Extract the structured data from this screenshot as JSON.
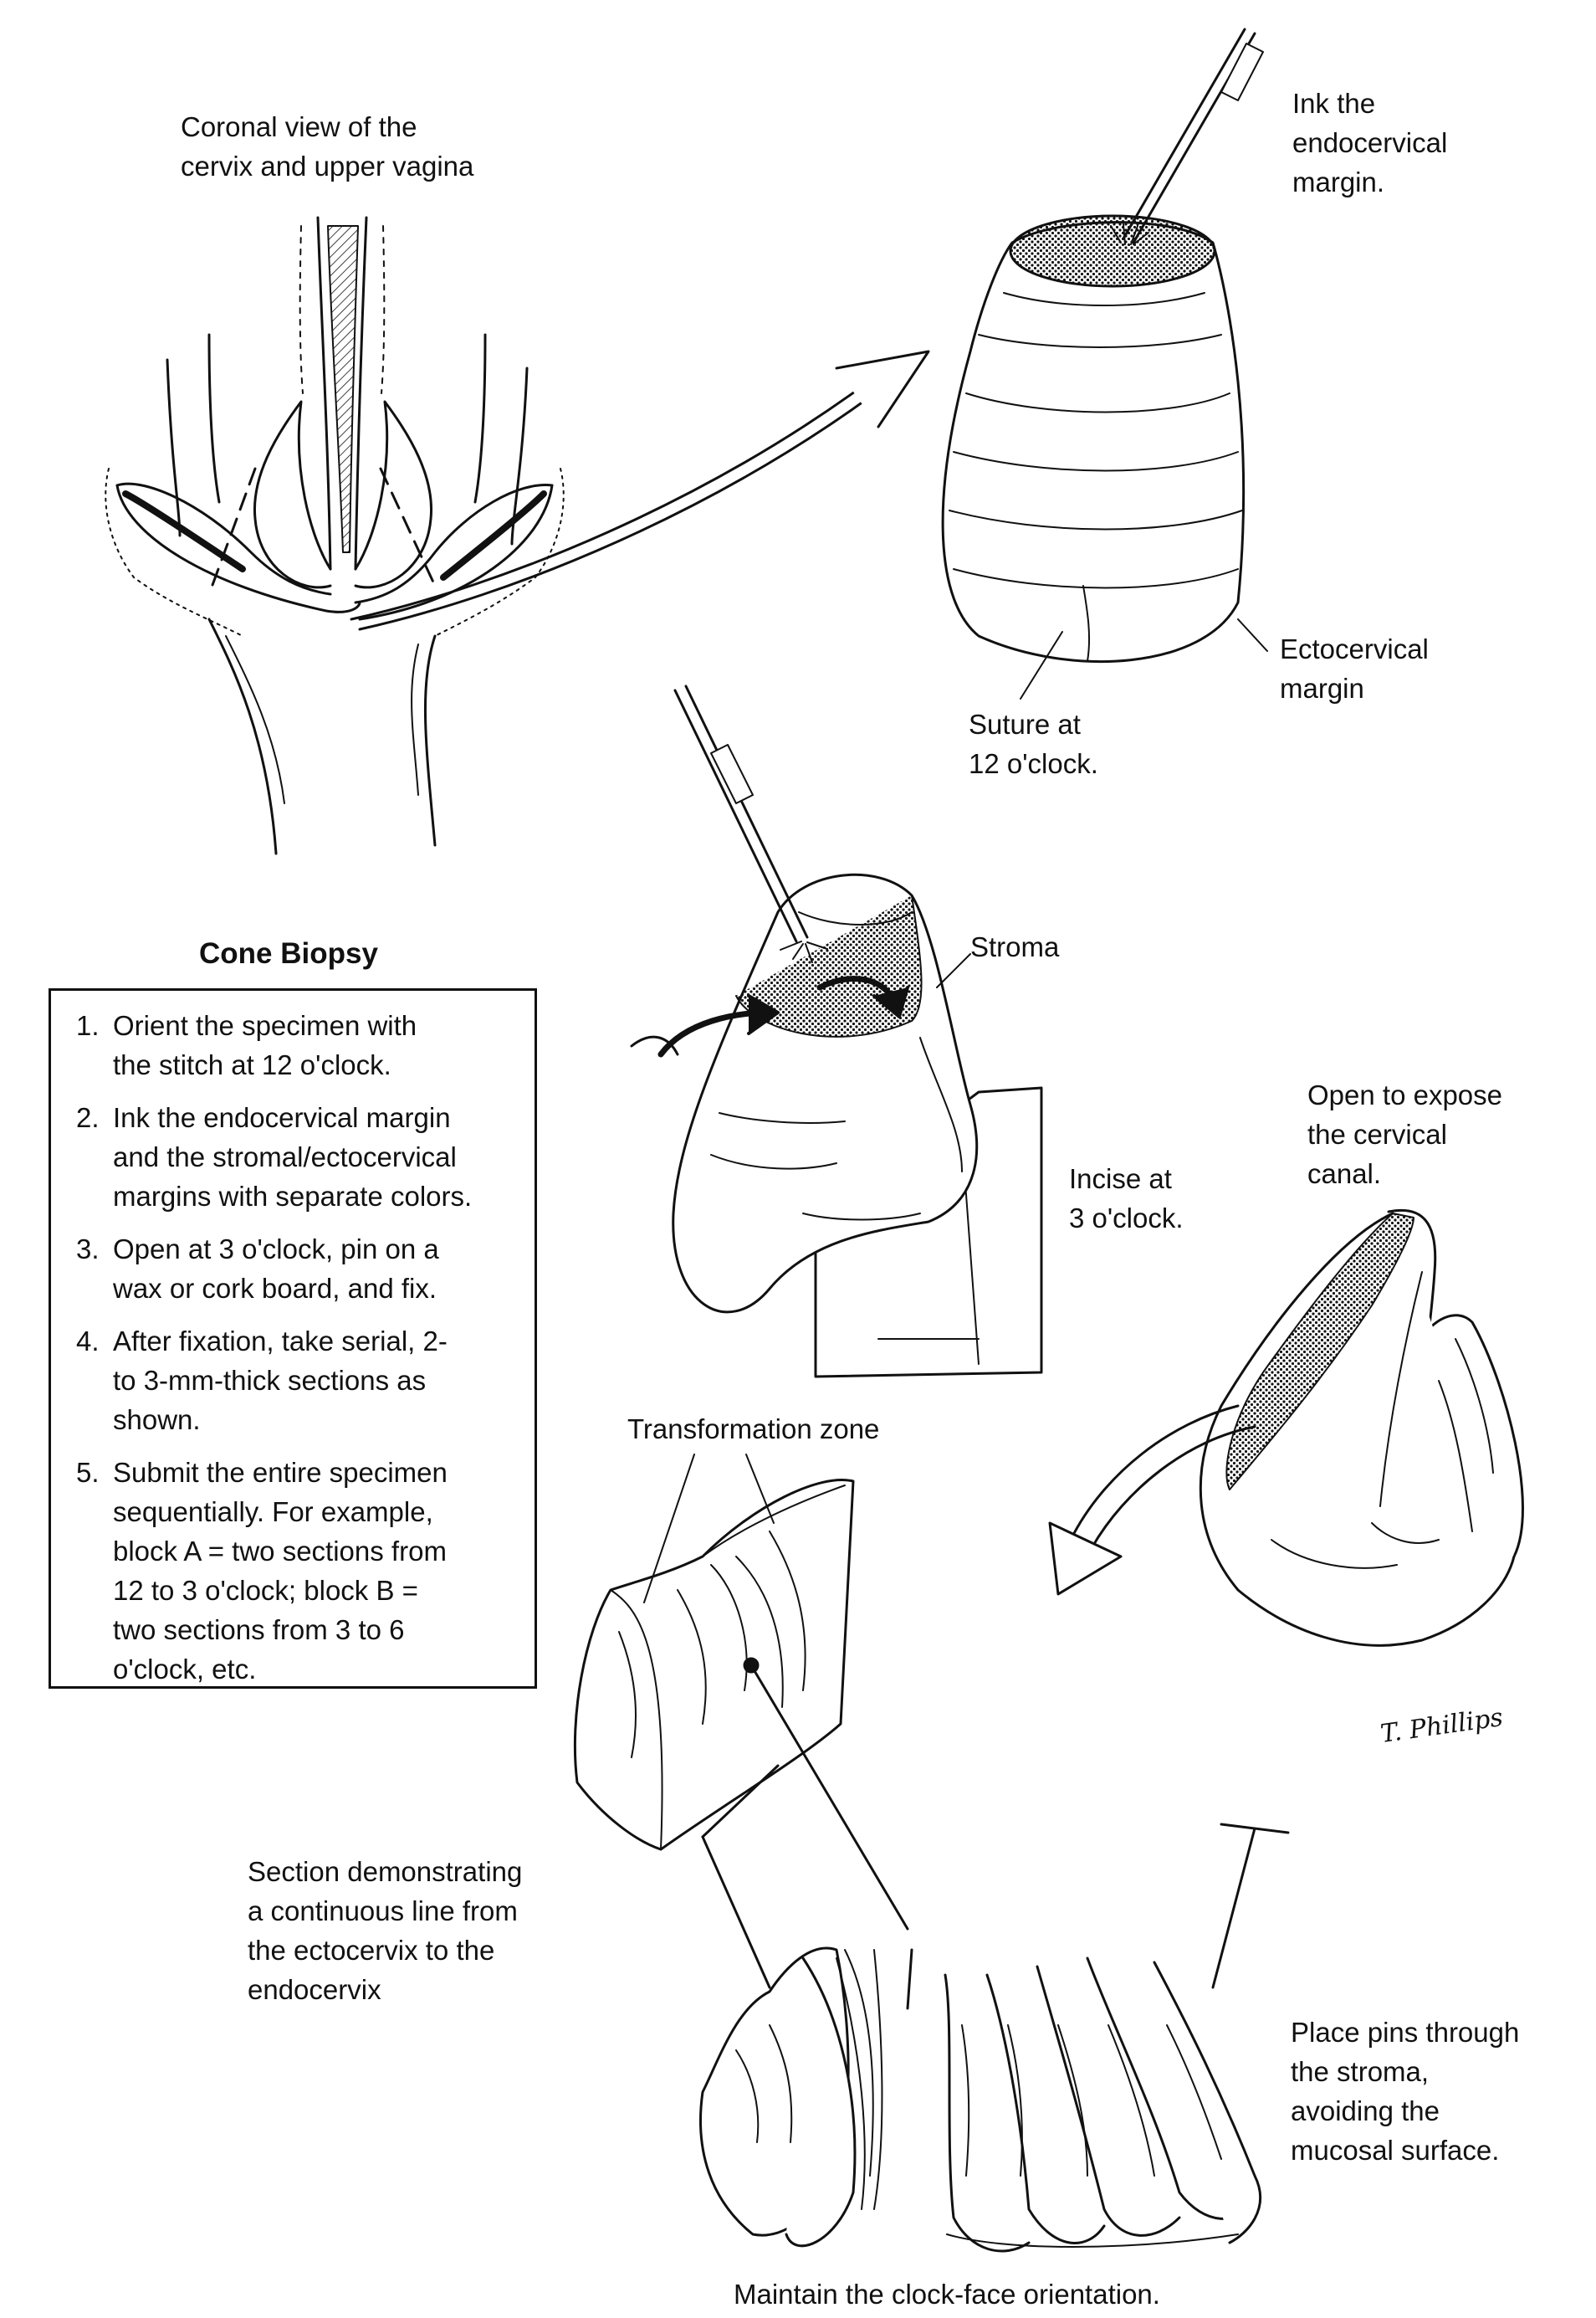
{
  "labels": {
    "coronal_view": [
      "Coronal view of the",
      "cervix and upper vagina"
    ],
    "ink_endo": [
      "Ink the",
      "endocervical",
      "margin."
    ],
    "ectocervical": [
      "Ectocervical",
      "margin"
    ],
    "suture": [
      "Suture at",
      "12 o'clock."
    ],
    "stroma": [
      "Stroma"
    ],
    "open_expose": [
      "Open to expose",
      "the cervical",
      "canal."
    ],
    "incise": [
      "Incise at",
      "3 o'clock."
    ],
    "transformation": [
      "Transformation zone"
    ],
    "section_demo": [
      "Section demonstrating",
      "a continuous line from",
      "the ectocervix to the",
      "endocervix"
    ],
    "place_pins": [
      "Place pins through",
      "the stroma,",
      "avoiding the",
      "mucosal surface."
    ],
    "maintain": [
      "Maintain the clock-face orientation."
    ]
  },
  "box": {
    "title": "Cone Biopsy",
    "steps": [
      {
        "num": "1.",
        "lines": [
          "Orient the specimen with",
          "the stitch at 12 o'clock."
        ]
      },
      {
        "num": "2.",
        "lines": [
          "Ink the endocervical margin",
          "and the stromal/ectocervical",
          "margins with separate colors."
        ]
      },
      {
        "num": "3.",
        "lines": [
          "Open at 3 o'clock, pin on a",
          "wax or cork board, and fix."
        ]
      },
      {
        "num": "4.",
        "lines": [
          "After fixation, take serial, 2-",
          "to 3-mm-thick sections as",
          "shown."
        ]
      },
      {
        "num": "5.",
        "lines": [
          "Submit the entire specimen",
          "sequentially. For example,",
          "block A = two sections from",
          "12 to 3 o'clock; block B =",
          "two sections from 3 to 6",
          "o'clock, etc."
        ]
      }
    ]
  },
  "signature": "T. Phillips"
}
